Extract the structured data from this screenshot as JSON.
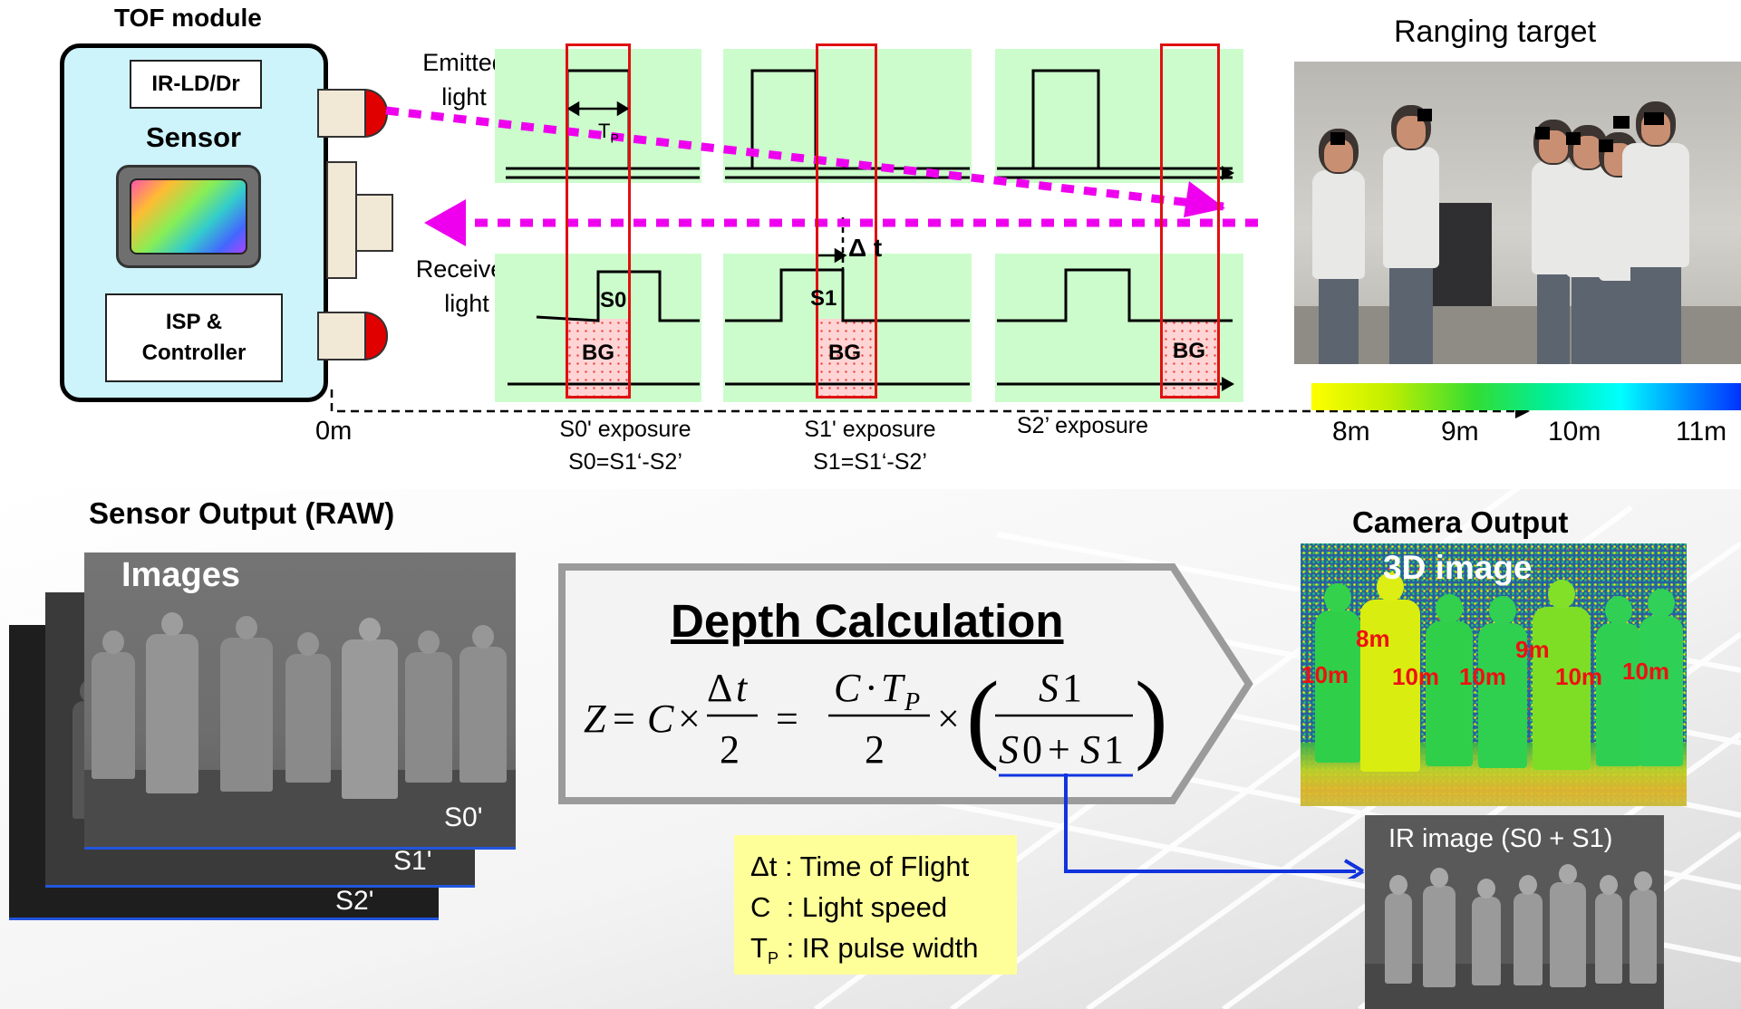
{
  "tof_module": {
    "title": "TOF module",
    "ir_block": "IR-LD/Dr",
    "sensor_label": "Sensor",
    "isp_line1": "ISP &",
    "isp_line2": "Controller"
  },
  "timing": {
    "emitted_line1": "Emitted",
    "emitted_line2": "light",
    "received_line1": "Received",
    "received_line2": "light",
    "tp_label": "T",
    "tp_sub": "P",
    "delta_t": "Δ t",
    "s0_label": "S0",
    "s1_label": "S1",
    "bg_label": "BG",
    "distance_start": "0m",
    "exposures": [
      {
        "line1": "S0' exposure",
        "line2": "S0=S1‘-S2’"
      },
      {
        "line1": "S1' exposure",
        "line2": "S1=S1‘-S2’"
      },
      {
        "line1": "S2’ exposure",
        "line2": ""
      }
    ]
  },
  "ranging_target": {
    "title": "Ranging target",
    "scale_labels": [
      "8m",
      "9m",
      "10m",
      "11m"
    ]
  },
  "sensor_output": {
    "title": "Sensor Output (RAW)",
    "images_label": "Images",
    "frames": [
      "S0'",
      "S1'",
      "S2'"
    ]
  },
  "depth_calc": {
    "title": "Depth Calculation",
    "legend": [
      {
        "symbol": "Δt",
        "sub": "",
        "text": " : Time of Flight"
      },
      {
        "symbol": "C",
        "sub": "",
        "text": "  : Light speed"
      },
      {
        "symbol": "T",
        "sub": "P",
        "text": " : IR pulse width"
      }
    ]
  },
  "camera_output": {
    "title": "Camera Output",
    "image3d_label": "3D image",
    "depth_labels": [
      "10m",
      "8m",
      "10m",
      "10m",
      "9m",
      "10m",
      "10m"
    ],
    "ir_label": "IR image (S0 + S1)"
  },
  "colors": {
    "tof_bg": "#cdf3fb",
    "panel_green": "#ccfccc",
    "exposure_red": "#e01010",
    "light_path": "#ee00ee",
    "legend_yellow": "#ffff99",
    "depth_red": "#ee1111",
    "link_blue": "#1133dd"
  }
}
